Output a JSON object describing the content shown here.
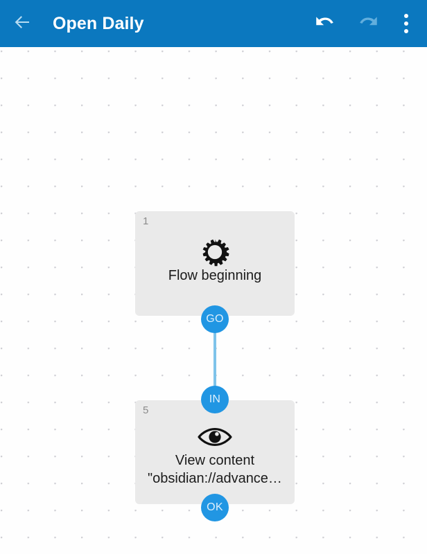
{
  "appbar": {
    "back_icon": "arrow-left-icon",
    "title": "Open Daily",
    "undo_icon": "undo-icon",
    "redo_icon": "redo-icon",
    "overflow_icon": "more-vertical-icon",
    "background_color": "#0b78bf",
    "title_color": "#ffffff",
    "undo_enabled": true,
    "redo_enabled": false
  },
  "canvas": {
    "background_color": "#fefefe",
    "dot_color": "#cfcfd4",
    "dot_spacing": 39
  },
  "flow": {
    "connector_color": "#7ec3ea",
    "node_color": "#eaeaea",
    "port_color": "#2196e3",
    "nodes": [
      {
        "index": "1",
        "icon": "gear-icon",
        "label_line1": "Flow beginning",
        "label_line2": "",
        "ports": [
          {
            "name": "out-port",
            "label": "GO"
          }
        ]
      },
      {
        "index": "5",
        "icon": "eye-icon",
        "label_line1": "View content",
        "label_line2": "\"obsidian://advance…",
        "ports": [
          {
            "name": "in-port",
            "label": "IN"
          },
          {
            "name": "out-port",
            "label": "OK"
          }
        ]
      }
    ]
  }
}
